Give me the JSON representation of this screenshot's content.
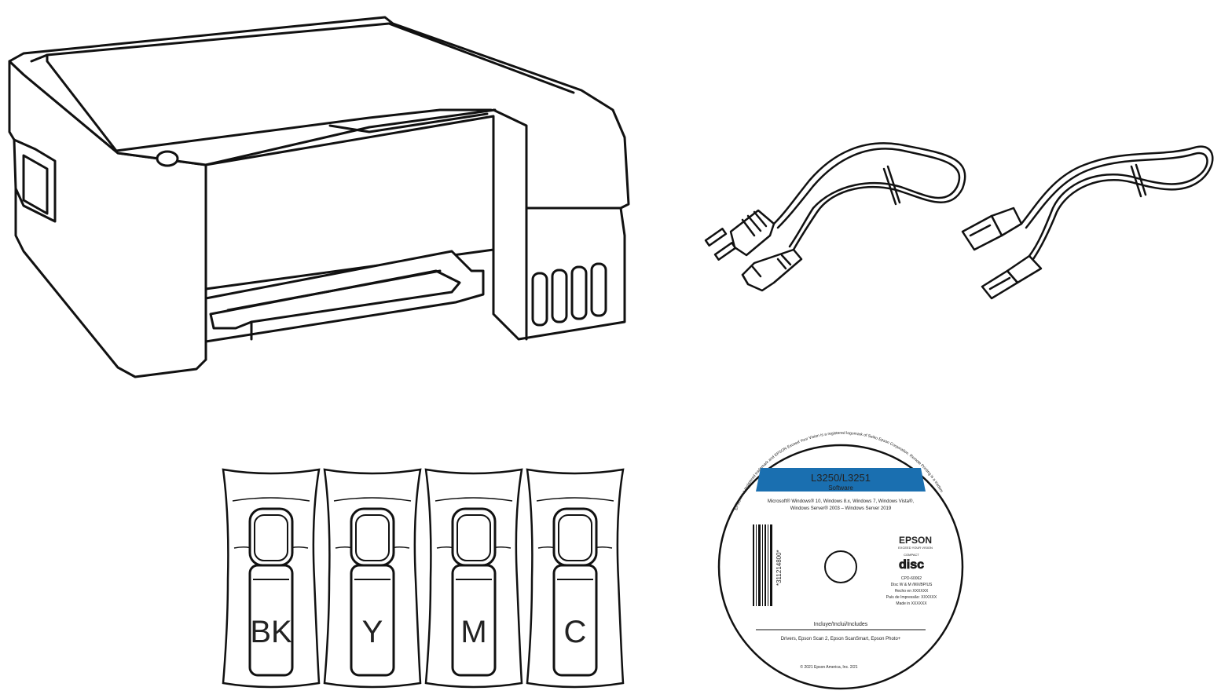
{
  "colors": {
    "line": "#111111",
    "cd_label_bg": "#1a6fb0",
    "cd_label_text": "#ffffff"
  },
  "printer": {
    "icon": "printer-illustration"
  },
  "power_cord": {
    "icon": "power-cord-illustration"
  },
  "usb_cable": {
    "icon": "usb-cable-illustration"
  },
  "ink_bottles": [
    {
      "label": "BK"
    },
    {
      "label": "Y"
    },
    {
      "label": "M"
    },
    {
      "label": "C"
    }
  ],
  "cd": {
    "title": "L3250/L3251",
    "subtitle": "Software",
    "os_line1": "Microsoft® Windows® 10, Windows 8.x, Windows 7, Windows Vista®,",
    "os_line2": "Windows Server® 2003 – Windows Server 2019",
    "brand": "EPSON",
    "brand_tagline": "EXCEED YOUR VISION",
    "disc_logo": "disc",
    "disc_logo_top": "COMPACT",
    "barcode_number": "*311214800*",
    "info_lines": [
      "CPD-60062",
      "Disc W & M /MX/BP/US",
      "Hecho en XXXXXX",
      "País de Impressão: XXXXXX",
      "Made in XXXXXX"
    ],
    "includes_heading": "Incluye/Inclui/Includes",
    "includes_text": "Drivers, Epson Scan 2, Epson ScanSmart, Epson Photo+",
    "copyright": "© 2021 Epson America, Inc. 2/21",
    "rim_text": "EPSON is a registered trademark and EPSON Exceed Your Vision is a registered logomark of Seiko Epson Corporation. Remote Printing is a trademark of Seiko Epson Corporation."
  }
}
